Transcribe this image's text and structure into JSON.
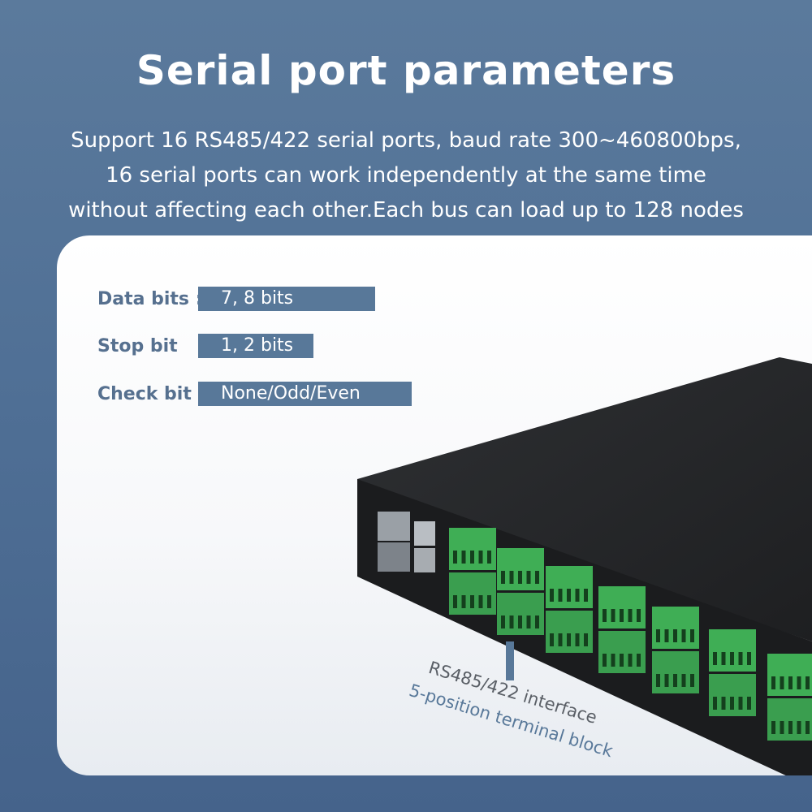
{
  "title": "Serial port parameters",
  "description": [
    "Support 16 RS485/422 serial ports, baud rate 300~460800bps,",
    "16 serial ports can work independently at the same time",
    "without affecting each other.Each bus can load up to 128 nodes"
  ],
  "params": [
    {
      "label": "Data bits :",
      "value": "7, 8 bits"
    },
    {
      "label": "Stop bit   :",
      "value": "1, 2 bits"
    },
    {
      "label": "Check bit :",
      "value": "None/Odd/Even"
    }
  ],
  "callout": {
    "line1": "RS485/422 interface",
    "line2": "5-position terminal block"
  },
  "colors": {
    "accent": "#587899",
    "terminal": "#3fae55"
  }
}
